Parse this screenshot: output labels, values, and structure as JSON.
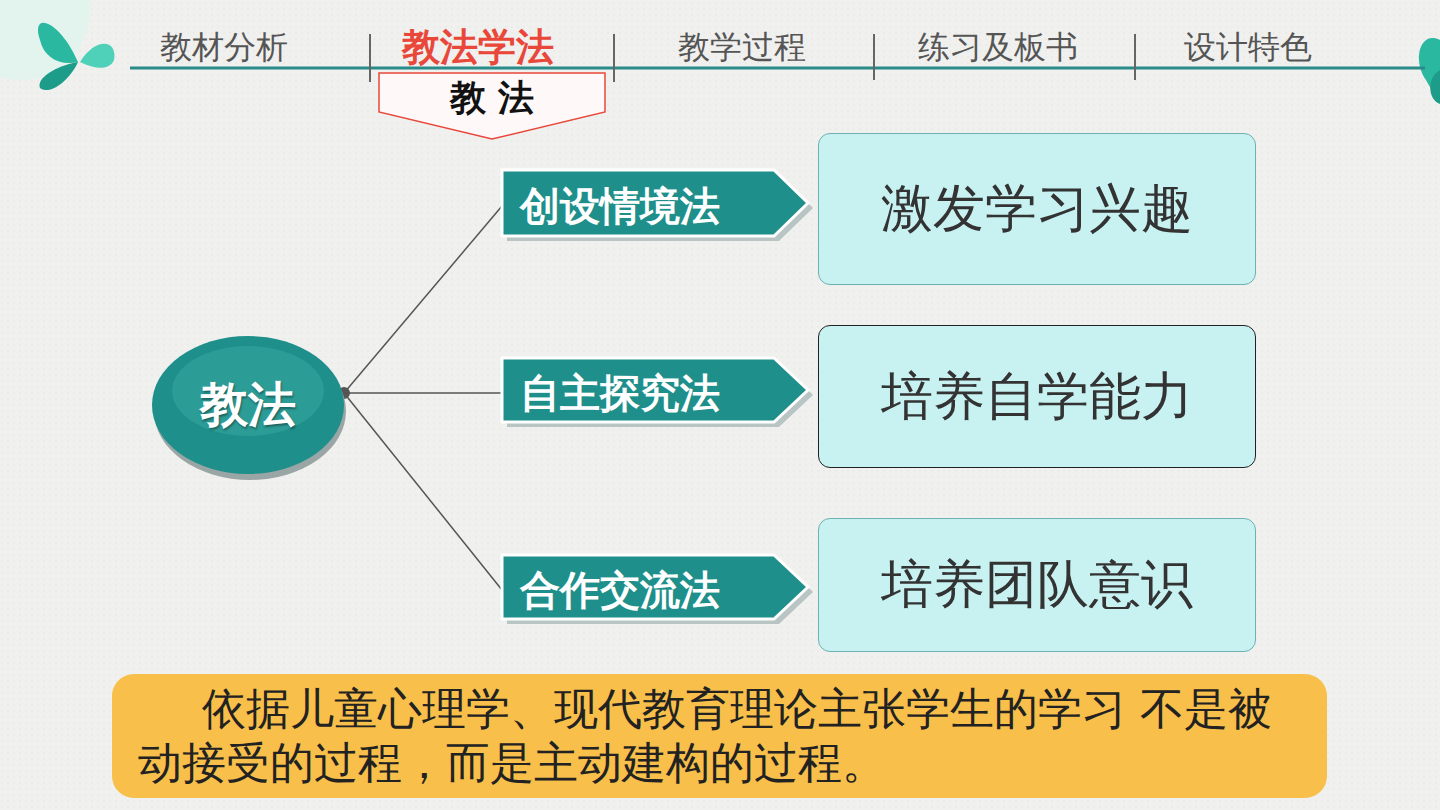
{
  "diagram": {
    "nodes": [
      {
        "text": [
          "教 法"
        ]
      },
      {
        "text": [
          "教法"
        ]
      },
      {
        "text": [
          "创设情境法"
        ]
      },
      {
        "text": [
          "激发学习兴趣"
        ]
      },
      {
        "text": [
          "自主探究法"
        ]
      },
      {
        "text": [
          "培养自学能力"
        ]
      },
      {
        "text": [
          "合作交流法"
        ]
      },
      {
        "text": [
          "培养团队意识"
        ]
      },
      {
        "text": [
          "依据儿童心理学、现代教育理论主张学生的学习 不是被动接受的过程，而是主动建构的过程。"
        ]
      }
    ],
    "edges": [
      {
        "from": 1,
        "to": 2,
        "arrow": "none"
      },
      {
        "from": 1,
        "to": 4,
        "arrow": "none"
      },
      {
        "from": 1,
        "to": 6,
        "arrow": "none"
      }
    ],
    "labels": [
      "教材分析",
      "教法学法",
      "教学过程",
      "练习及板书",
      "设计特色"
    ]
  }
}
